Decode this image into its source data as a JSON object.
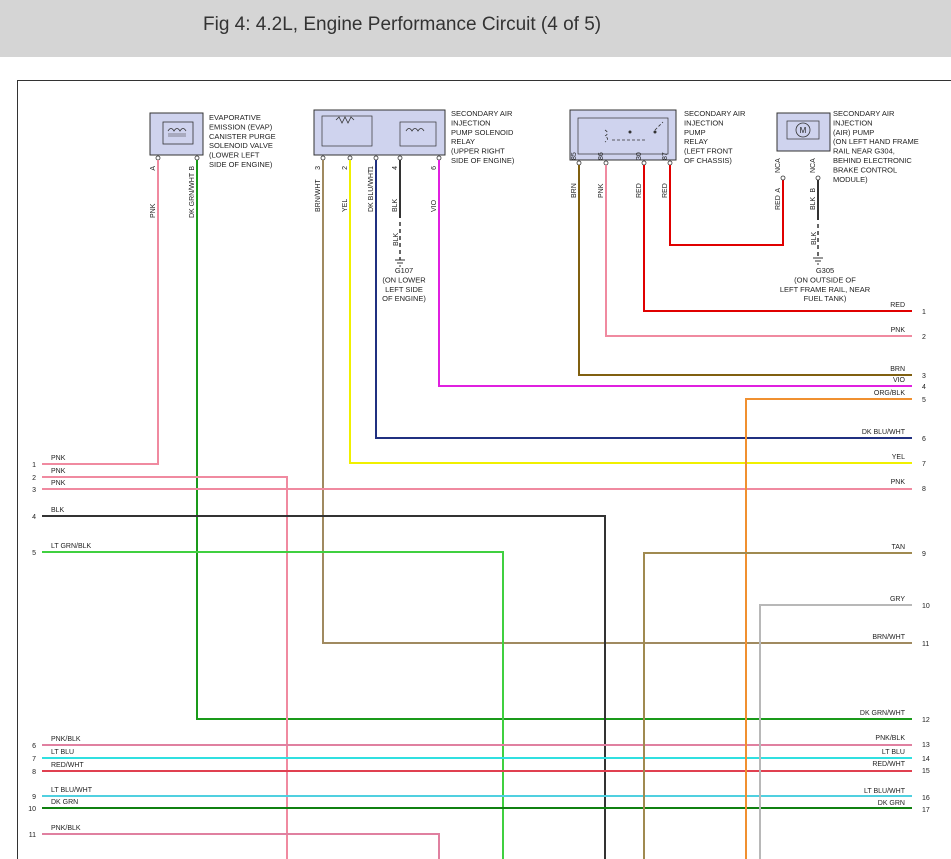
{
  "page": {
    "title": "Fig 4: 4.2L, Engine Performance Circuit (4 of 5)"
  },
  "components": {
    "evap": {
      "desc": [
        "EVAPORATIVE",
        "EMISSION (EVAP)",
        "CANISTER PURGE",
        "SOLENOID VALVE",
        "(LOWER LEFT",
        "SIDE OF ENGINE)"
      ],
      "pins": [
        {
          "label": "A",
          "wire": "PNK"
        },
        {
          "label": "B",
          "wire": "DK GRN/WHT"
        }
      ]
    },
    "relay_solenoid": {
      "desc": [
        "SECONDARY AIR",
        "INJECTION",
        "PUMP SOLENOID",
        "RELAY",
        "(UPPER RIGHT",
        "SIDE OF ENGINE)"
      ],
      "pins": [
        {
          "label": "3",
          "wire": "BRN/WHT"
        },
        {
          "label": "2",
          "wire": "YEL"
        },
        {
          "label": "1",
          "wire": "DK BLU/WHT"
        },
        {
          "label": "4",
          "wire": "BLK"
        },
        {
          "label": "6",
          "wire": "VIO"
        }
      ]
    },
    "pump_relay": {
      "desc": [
        "SECONDARY AIR",
        "INJECTION",
        "PUMP",
        "RELAY",
        "(LEFT FRONT",
        "OF CHASSIS)"
      ],
      "pins": [
        {
          "label": "85",
          "wire": "BRN"
        },
        {
          "label": "86",
          "wire": "PNK"
        },
        {
          "label": "30",
          "wire": "RED"
        },
        {
          "label": "87",
          "wire": "RED"
        }
      ]
    },
    "air_pump": {
      "desc": [
        "SECONDARY AIR",
        "INJECTION",
        "(AIR) PUMP",
        "(ON LEFT HAND FRAME",
        "RAIL NEAR G304,",
        "BEHIND ELECTRONIC",
        "BRAKE CONTROL",
        "MODULE)"
      ],
      "motor_symbol": "M",
      "pins": [
        {
          "label": "A",
          "nca": "NCA",
          "wire": "RED"
        },
        {
          "label": "B",
          "nca": "NCA",
          "wire": "BLK"
        }
      ]
    }
  },
  "grounds": {
    "g107": {
      "wire": "BLK",
      "lines": [
        "G107",
        "(ON LOWER",
        "LEFT SIDE",
        "OF ENGINE)"
      ]
    },
    "g305": {
      "wire": "BLK",
      "lines": [
        "G305",
        "(ON OUTSIDE OF",
        "LEFT FRAME RAIL, NEAR",
        "FUEL TANK)"
      ]
    }
  },
  "left_connector": [
    {
      "num": "1",
      "wire": "PNK"
    },
    {
      "num": "2",
      "wire": "PNK"
    },
    {
      "num": "3",
      "wire": "PNK"
    },
    {
      "num": "4",
      "wire": "BLK"
    },
    {
      "num": "5",
      "wire": "LT GRN/BLK"
    },
    {
      "num": "6",
      "wire": "PNK/BLK"
    },
    {
      "num": "7",
      "wire": "LT BLU"
    },
    {
      "num": "8",
      "wire": "RED/WHT"
    },
    {
      "num": "9",
      "wire": "LT BLU/WHT"
    },
    {
      "num": "10",
      "wire": "DK GRN"
    },
    {
      "num": "11",
      "wire": "PNK/BLK"
    }
  ],
  "right_connector": [
    {
      "num": "1",
      "wire": "RED"
    },
    {
      "num": "2",
      "wire": "PNK"
    },
    {
      "num": "3",
      "wire": "BRN"
    },
    {
      "num": "4",
      "wire": "VIO"
    },
    {
      "num": "5",
      "wire": "ORG/BLK"
    },
    {
      "num": "6",
      "wire": "DK BLU/WHT"
    },
    {
      "num": "7",
      "wire": "YEL"
    },
    {
      "num": "8",
      "wire": "PNK"
    },
    {
      "num": "9",
      "wire": "TAN"
    },
    {
      "num": "10",
      "wire": "GRY"
    },
    {
      "num": "11",
      "wire": "BRN/WHT"
    },
    {
      "num": "12",
      "wire": "DK GRN/WHT"
    },
    {
      "num": "13",
      "wire": "PNK/BLK"
    },
    {
      "num": "14",
      "wire": "LT BLU"
    },
    {
      "num": "15",
      "wire": "RED/WHT"
    },
    {
      "num": "16",
      "wire": "LT BLU/WHT"
    },
    {
      "num": "17",
      "wire": "DK GRN"
    }
  ],
  "wire_colors": {
    "PNK": "#f08aa0",
    "DK GRN/WHT": "#1a9a1a",
    "BRN/WHT": "#a08a60",
    "YEL": "#f0f000",
    "DK BLU/WHT": "#203080",
    "BLK": "#333333",
    "VIO": "#e020e0",
    "BRN": "#806010",
    "RED": "#e00000",
    "ORG/BLK": "#f09030",
    "TAN": "#a08a50",
    "GRY": "#b8b8b8",
    "LT GRN/BLK": "#40d040",
    "PNK/BLK": "#e080a0",
    "LT BLU": "#30e0e0",
    "RED/WHT": "#e04050",
    "LT BLU/WHT": "#50d0e0",
    "DK GRN": "#108010"
  }
}
